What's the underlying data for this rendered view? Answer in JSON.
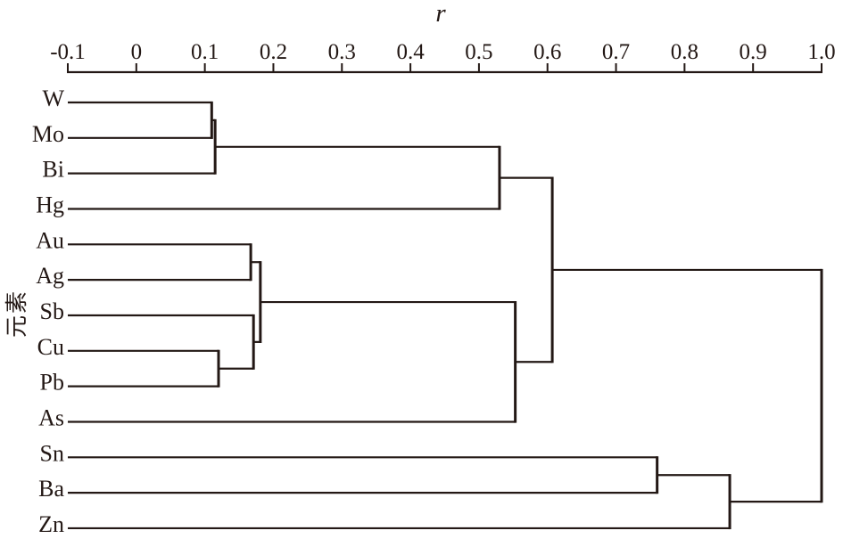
{
  "figure": {
    "axis_title": "r",
    "y_axis_label": "元素"
  },
  "chart_data": {
    "type": "dendrogram",
    "orientation": "horizontal",
    "title": "r",
    "xlabel": "r",
    "ylabel": "元素",
    "line_color": "#231815",
    "background": "#ffffff",
    "legend": "none",
    "grid": false,
    "axis": {
      "range": [
        -0.1,
        1.0
      ],
      "tick_values": [
        -0.1,
        0,
        0.1,
        0.2,
        0.3,
        0.4,
        0.5,
        0.6,
        0.7,
        0.8,
        0.9,
        1.0
      ],
      "tick_labels": [
        "-0.1",
        "0",
        "0.1",
        "0.2",
        "0.3",
        "0.4",
        "0.5",
        "0.6",
        "0.7",
        "0.8",
        "0.9",
        "1.0"
      ],
      "ticks_side": "top"
    },
    "leaves": [
      "W",
      "Mo",
      "Bi",
      "Hg",
      "Au",
      "Ag",
      "Sb",
      "Cu",
      "Pb",
      "As",
      "Sn",
      "Ba",
      "Zn"
    ],
    "leaf_start_r": -0.1,
    "merges": [
      {
        "a": "W",
        "b": "Mo",
        "r": 0.11
      },
      {
        "a": "@0",
        "b": "Bi",
        "r": 0.115
      },
      {
        "a": "@1",
        "b": "Hg",
        "r": 0.53
      },
      {
        "a": "Au",
        "b": "Ag",
        "r": 0.167
      },
      {
        "a": "Cu",
        "b": "Pb",
        "r": 0.12
      },
      {
        "a": "Sb",
        "b": "@4",
        "r": 0.171
      },
      {
        "a": "@3",
        "b": "@5",
        "r": 0.181
      },
      {
        "a": "@6",
        "b": "As",
        "r": 0.553
      },
      {
        "a": "@2",
        "b": "@7",
        "r": 0.607
      },
      {
        "a": "Sn",
        "b": "Ba",
        "r": 0.76
      },
      {
        "a": "@9",
        "b": "Zn",
        "r": 0.866
      },
      {
        "a": "@8",
        "b": "@10",
        "r": 1.0
      }
    ]
  }
}
